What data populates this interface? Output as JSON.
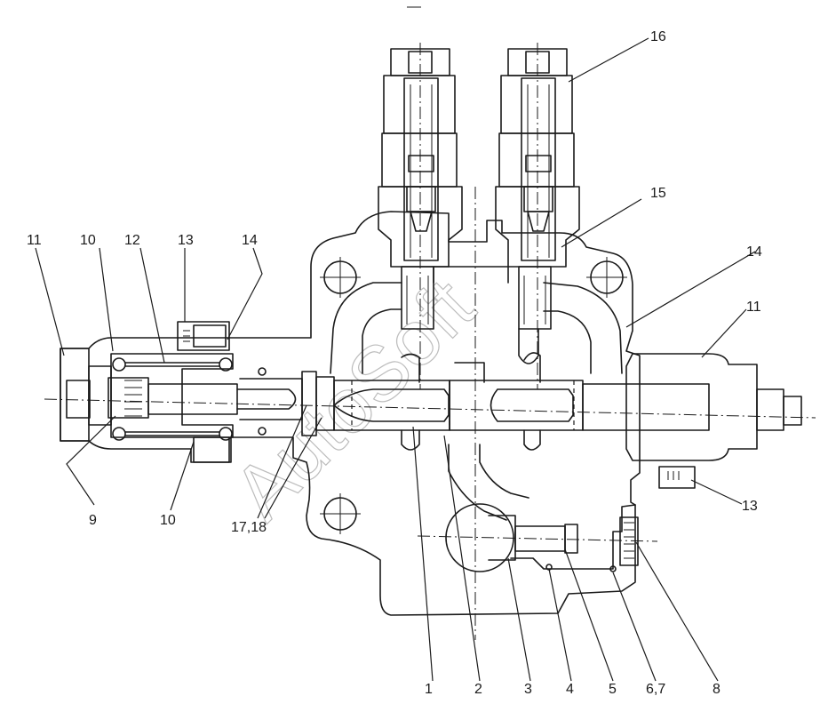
{
  "diagram": {
    "watermark": "AutoSoft",
    "callouts": [
      {
        "id": "c1",
        "text": "1"
      },
      {
        "id": "c2",
        "text": "2"
      },
      {
        "id": "c3",
        "text": "3"
      },
      {
        "id": "c4",
        "text": "4"
      },
      {
        "id": "c5",
        "text": "5"
      },
      {
        "id": "c67",
        "text": "6,7"
      },
      {
        "id": "c8",
        "text": "8"
      },
      {
        "id": "c9",
        "text": "9"
      },
      {
        "id": "c10a",
        "text": "10"
      },
      {
        "id": "c10b",
        "text": "10"
      },
      {
        "id": "c11a",
        "text": "11"
      },
      {
        "id": "c11b",
        "text": "11"
      },
      {
        "id": "c12",
        "text": "12"
      },
      {
        "id": "c13a",
        "text": "13"
      },
      {
        "id": "c13b",
        "text": "13"
      },
      {
        "id": "c14a",
        "text": "14"
      },
      {
        "id": "c14b",
        "text": "14"
      },
      {
        "id": "c15",
        "text": "15"
      },
      {
        "id": "c16",
        "text": "16"
      },
      {
        "id": "c1718",
        "text": "17,18"
      }
    ]
  }
}
